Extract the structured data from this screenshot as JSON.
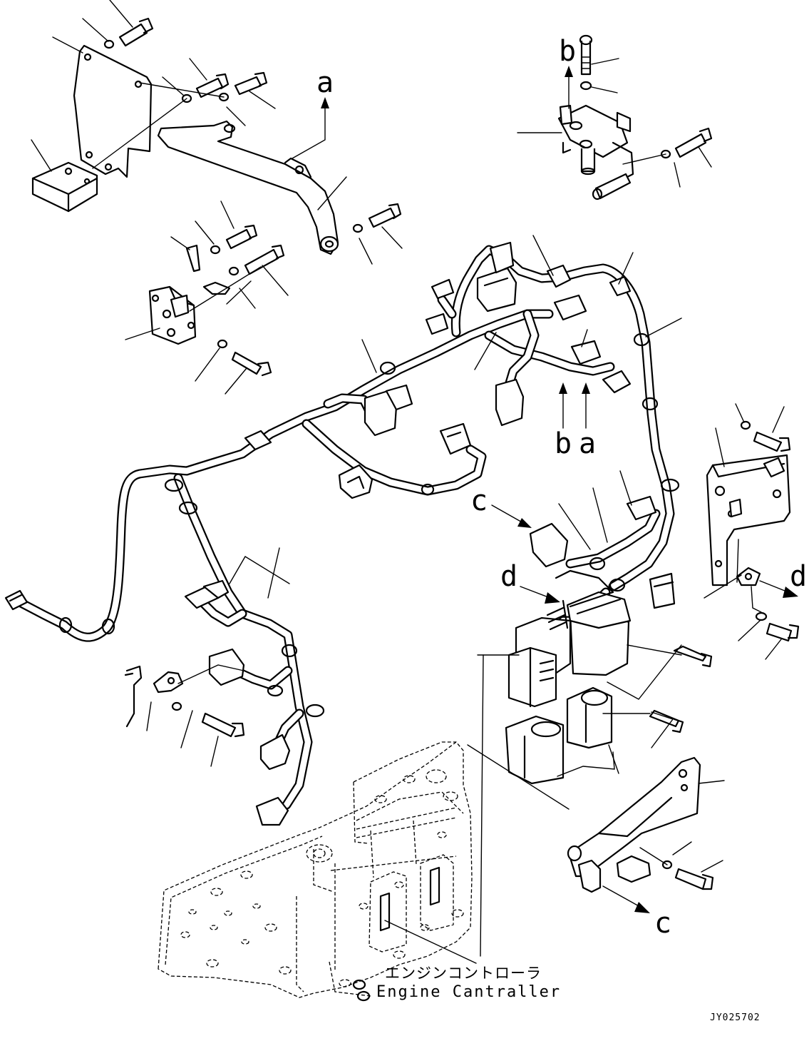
{
  "labels": {
    "a_top": "a",
    "b_top": "b",
    "b_mid": "b",
    "a_mid": "a",
    "c_left": "c",
    "c_bottom": "c",
    "d_left": "d",
    "d_right": "d"
  },
  "controller": {
    "label_jp": "エンジンコントローラ",
    "label_en": "Engine Cantraller"
  },
  "drawing_code": "JY025702"
}
